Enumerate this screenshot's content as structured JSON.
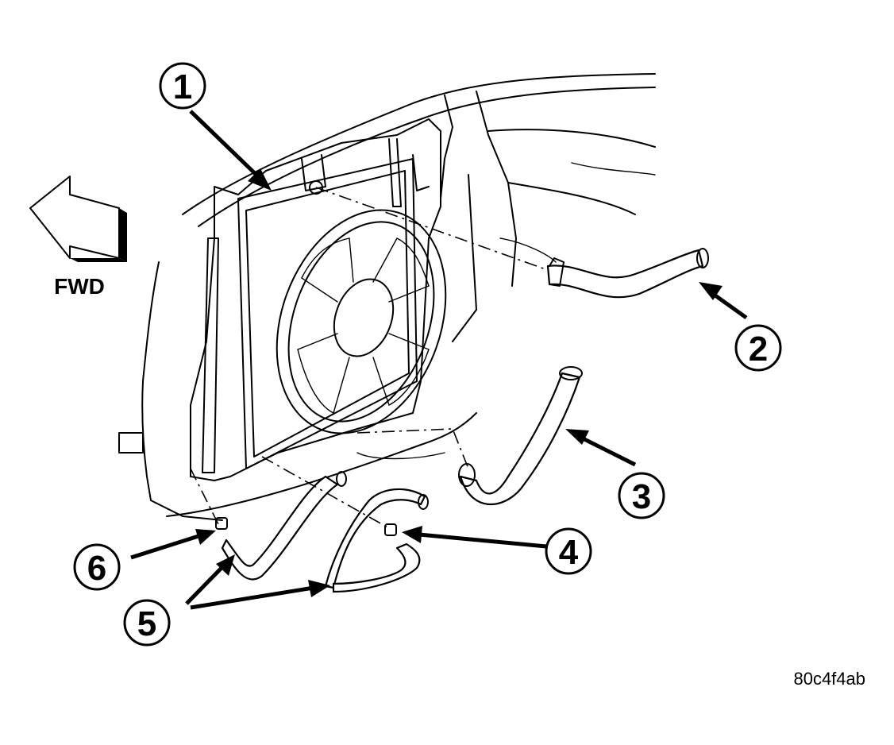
{
  "direction_label": "FWD",
  "image_code": "80c4f4ab",
  "callouts": [
    {
      "number": "1",
      "part": "radiator"
    },
    {
      "number": "2",
      "part": "upper-hose"
    },
    {
      "number": "3",
      "part": "lower-hose"
    },
    {
      "number": "4",
      "part": "hose-clamp"
    },
    {
      "number": "5",
      "part": "transmission-cooler-lines"
    },
    {
      "number": "6",
      "part": "hose-clamp"
    }
  ]
}
